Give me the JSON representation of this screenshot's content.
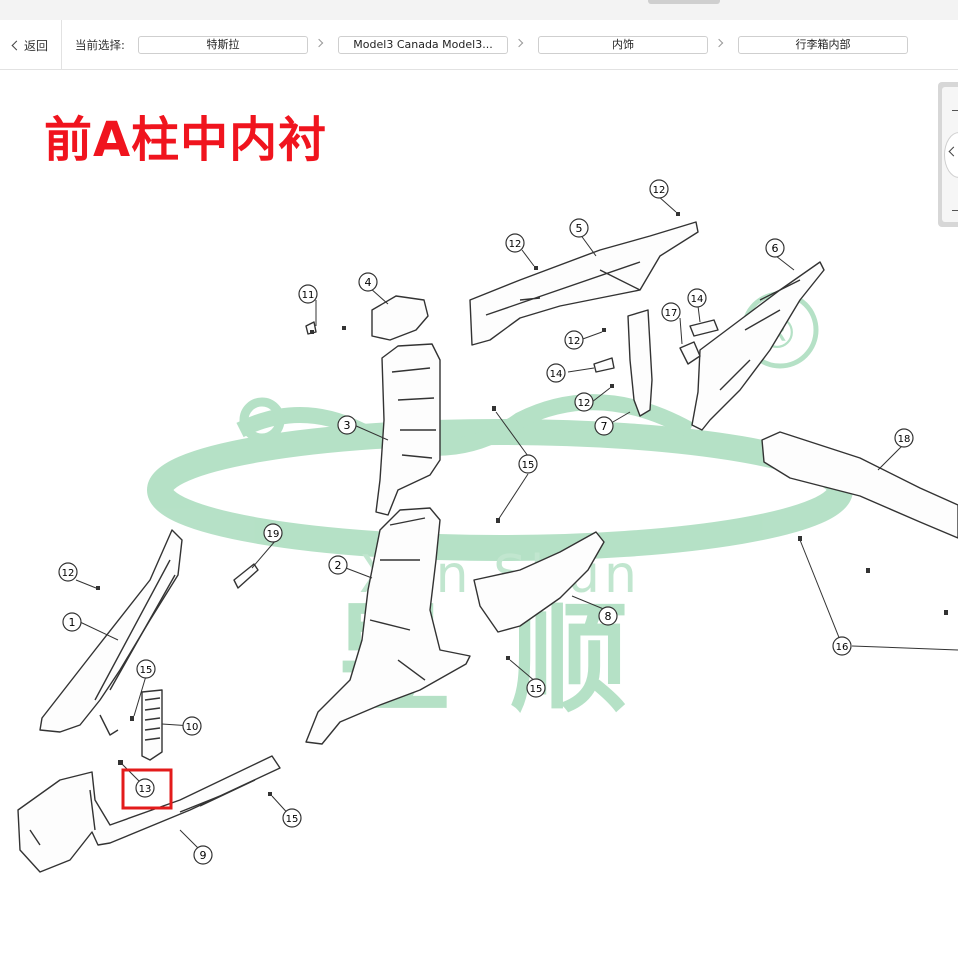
{
  "toolbar": {
    "back_label": "返回",
    "selection_label": "当前选择:",
    "crumbs": [
      "特斯拉",
      "Model3 Canada Model3...",
      "内饰",
      "行李箱内部"
    ]
  },
  "diagram": {
    "title": "前A柱中内衬",
    "watermark_en": "Xun Shun",
    "watermark_cn": "昱顺",
    "watermark_mark": "®",
    "callouts": [
      "1",
      "2",
      "3",
      "4",
      "5",
      "6",
      "7",
      "8",
      "9",
      "10",
      "11",
      "12",
      "12",
      "12",
      "12",
      "12",
      "13",
      "14",
      "14",
      "15",
      "15",
      "15",
      "15",
      "15",
      "16",
      "17",
      "18",
      "19"
    ],
    "highlighted_callout": "13",
    "colors": {
      "title": "#f0141e",
      "highlight": "#e31b1b",
      "watermark": "#9fd6b4"
    }
  }
}
